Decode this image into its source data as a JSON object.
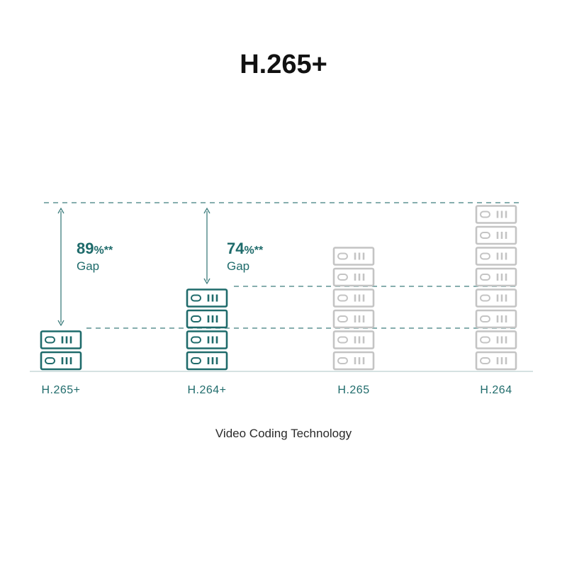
{
  "chart_data": {
    "type": "bar",
    "title": "H.265+",
    "xlabel": "Video Coding Technology",
    "ylabel": "",
    "categories": [
      "H.265+",
      "H.264+",
      "H.265",
      "H.264"
    ],
    "values": [
      2,
      4,
      6,
      8
    ],
    "ylim": [
      0,
      8
    ],
    "grid": false,
    "annotations": [
      {
        "from": "H.265+",
        "value": "89",
        "unit": "%",
        "mark": "**",
        "label": "Gap"
      },
      {
        "from": "H.264+",
        "value": "74",
        "unit": "%",
        "mark": "**",
        "label": "Gap"
      }
    ]
  },
  "colors": {
    "accent": "#1f6b6b",
    "muted": "#c4c4c4",
    "dashed": "#3d7d7d",
    "baseline": "#bcd0d0"
  },
  "icons": {
    "unit": "server-icon"
  }
}
